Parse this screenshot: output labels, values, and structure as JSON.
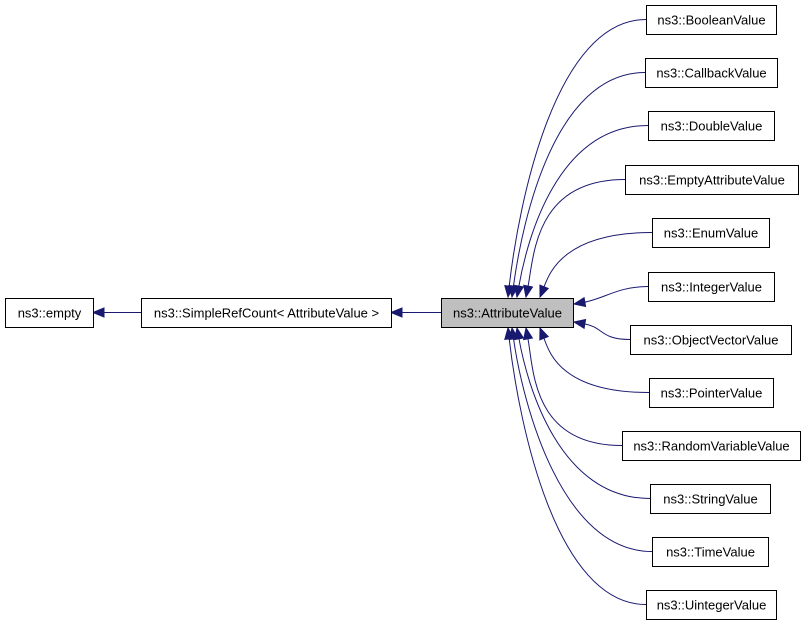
{
  "diagram": {
    "type": "class-inheritance-graph",
    "edge_color": "#191970",
    "highlight_fill": "#bfbfbf",
    "nodes": [
      {
        "id": "empty",
        "label": "ns3::empty"
      },
      {
        "id": "simplerefcount",
        "label": "ns3::SimpleRefCount< AttributeValue >"
      },
      {
        "id": "attributevalue",
        "label": "ns3::AttributeValue",
        "highlighted": true
      },
      {
        "id": "booleanvalue",
        "label": "ns3::BooleanValue"
      },
      {
        "id": "callbackvalue",
        "label": "ns3::CallbackValue"
      },
      {
        "id": "doublevalue",
        "label": "ns3::DoubleValue"
      },
      {
        "id": "emptyattributevalue",
        "label": "ns3::EmptyAttributeValue"
      },
      {
        "id": "enumvalue",
        "label": "ns3::EnumValue"
      },
      {
        "id": "integervalue",
        "label": "ns3::IntegerValue"
      },
      {
        "id": "objectvectorvalue",
        "label": "ns3::ObjectVectorValue"
      },
      {
        "id": "pointervalue",
        "label": "ns3::PointerValue"
      },
      {
        "id": "randomvariablevalue",
        "label": "ns3::RandomVariableValue"
      },
      {
        "id": "stringvalue",
        "label": "ns3::StringValue"
      },
      {
        "id": "timevalue",
        "label": "ns3::TimeValue"
      },
      {
        "id": "uintegervalue",
        "label": "ns3::UintegerValue"
      }
    ],
    "edges": [
      {
        "from": "simplerefcount",
        "to": "empty"
      },
      {
        "from": "attributevalue",
        "to": "simplerefcount"
      },
      {
        "from": "booleanvalue",
        "to": "attributevalue"
      },
      {
        "from": "callbackvalue",
        "to": "attributevalue"
      },
      {
        "from": "doublevalue",
        "to": "attributevalue"
      },
      {
        "from": "emptyattributevalue",
        "to": "attributevalue"
      },
      {
        "from": "enumvalue",
        "to": "attributevalue"
      },
      {
        "from": "integervalue",
        "to": "attributevalue"
      },
      {
        "from": "objectvectorvalue",
        "to": "attributevalue"
      },
      {
        "from": "pointervalue",
        "to": "attributevalue"
      },
      {
        "from": "randomvariablevalue",
        "to": "attributevalue"
      },
      {
        "from": "stringvalue",
        "to": "attributevalue"
      },
      {
        "from": "timevalue",
        "to": "attributevalue"
      },
      {
        "from": "uintegervalue",
        "to": "attributevalue"
      }
    ]
  }
}
